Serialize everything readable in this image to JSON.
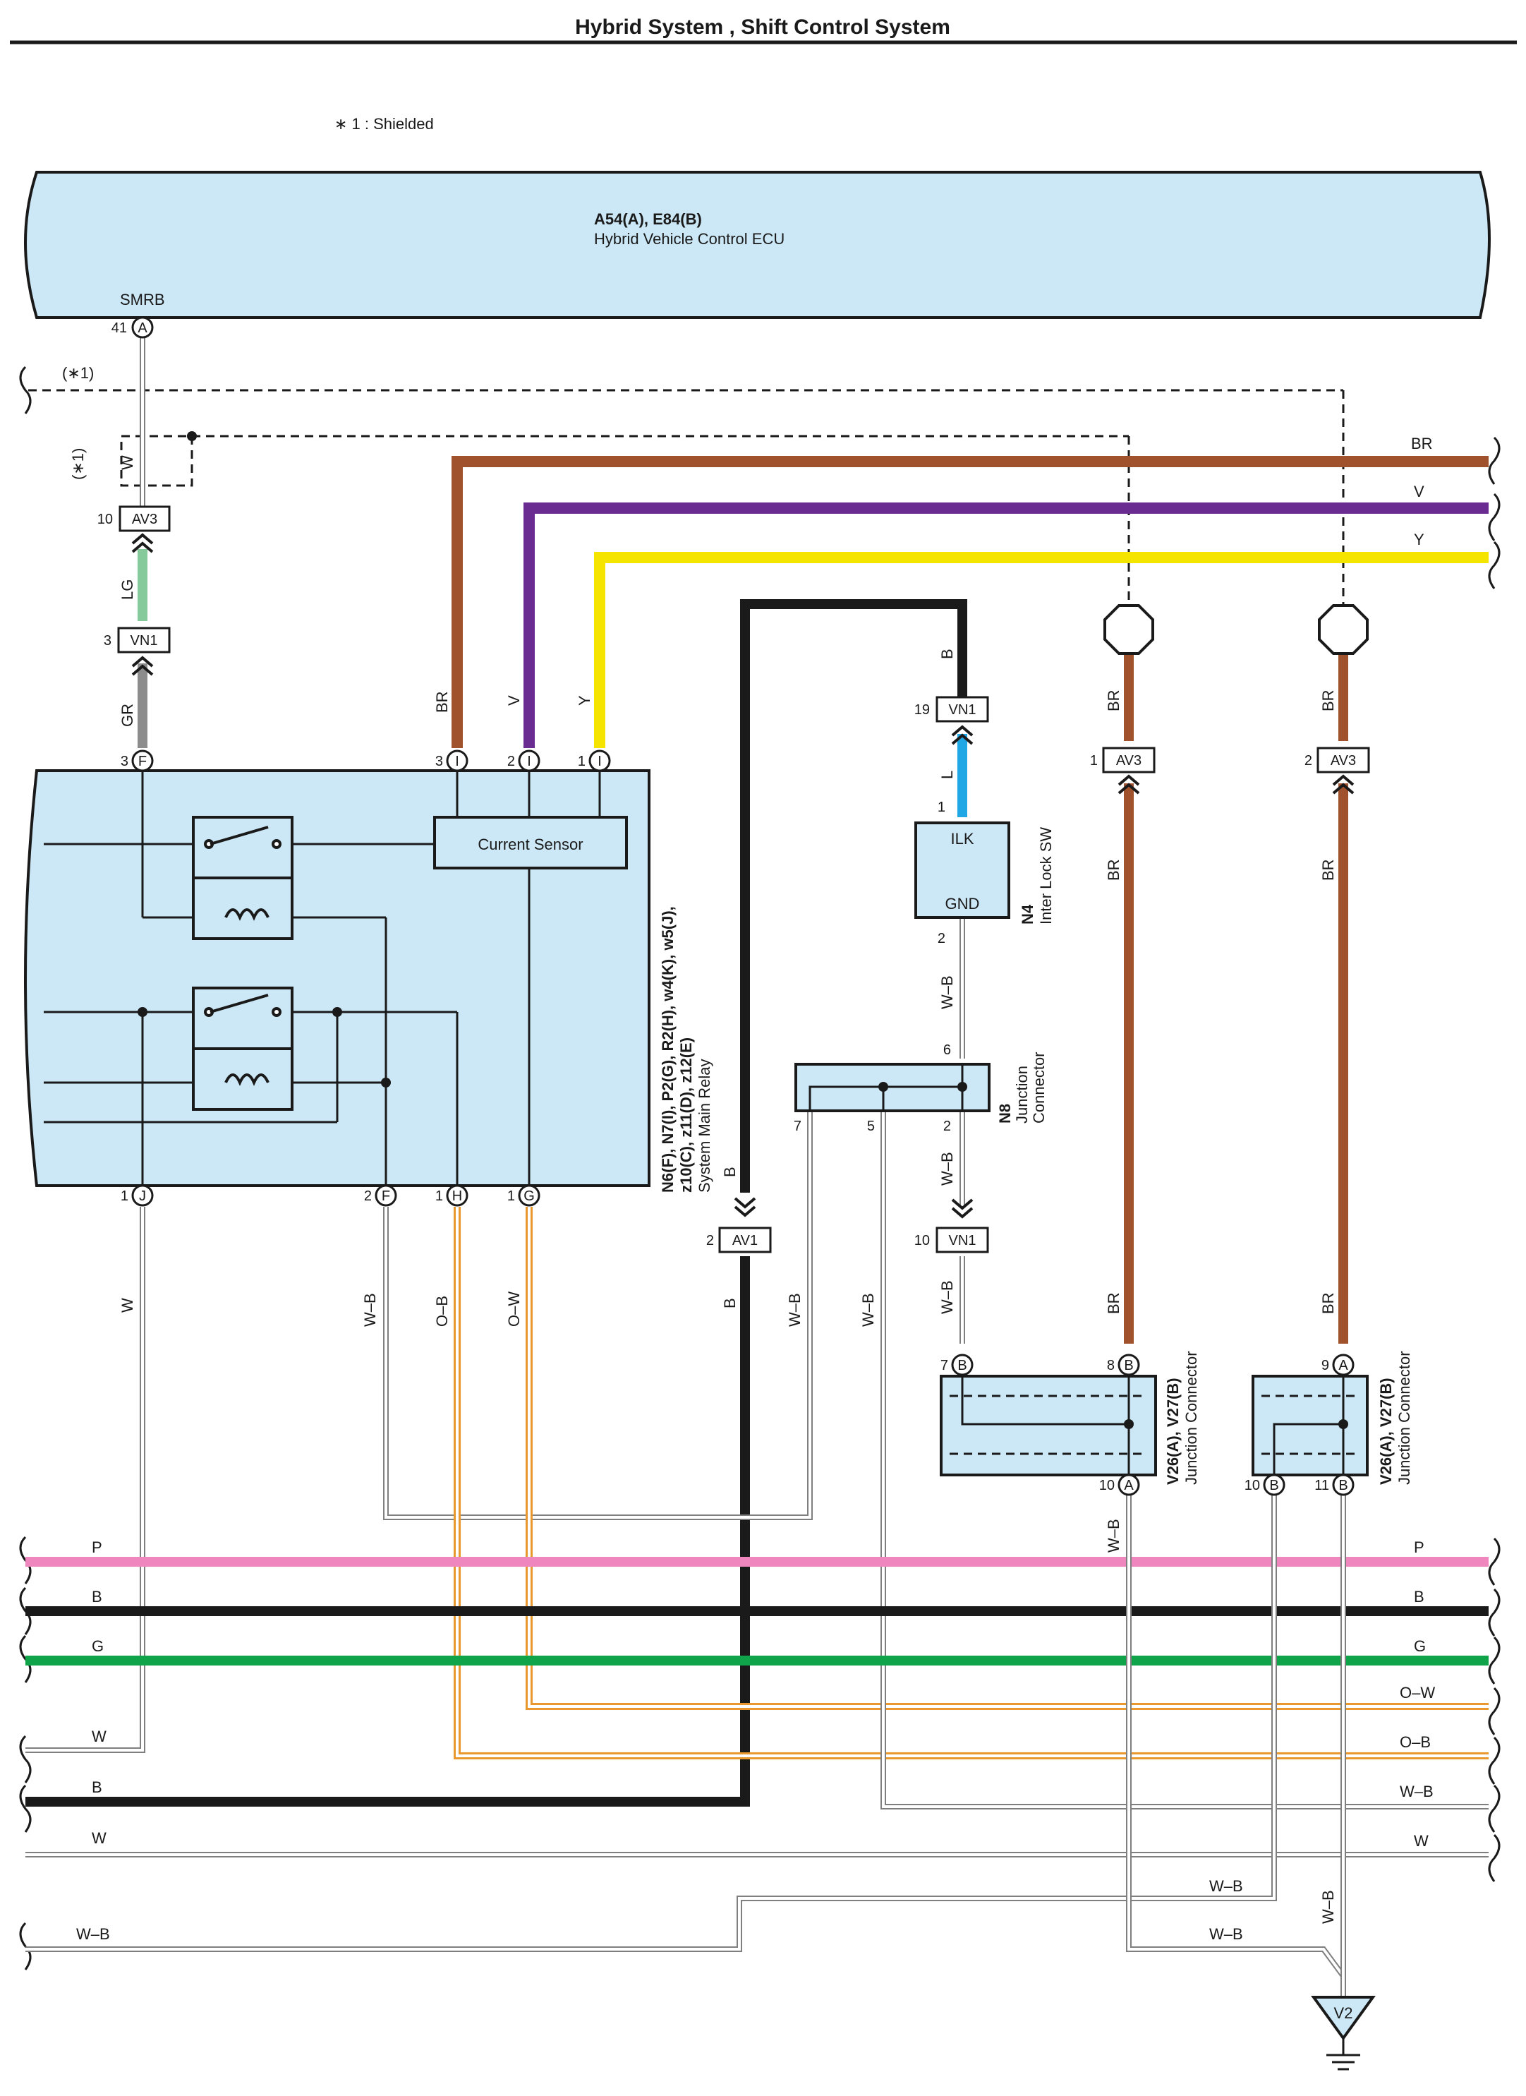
{
  "header": {
    "title": "Hybrid System , Shift Control System",
    "shielded_note": "∗ 1 : Shielded",
    "shield_tag": "(∗1)"
  },
  "ecu": {
    "code": "A54(A), E84(B)",
    "name": "Hybrid Vehicle Control ECU",
    "pin_label": "SMRB",
    "pin_num": "41",
    "pin_conn": "A"
  },
  "relay": {
    "code_line1": "N6(F), N7(I), P2(G), R2(H), w4(K), w5(J),",
    "code_line2": "z10(C), z11(D), z12(E)",
    "name": "System Main Relay",
    "current_sensor": "Current Sensor",
    "top_pins": [
      {
        "num": "3",
        "conn": "F"
      },
      {
        "num": "3",
        "conn": "I"
      },
      {
        "num": "2",
        "conn": "I"
      },
      {
        "num": "1",
        "conn": "I"
      }
    ],
    "bottom_pins": [
      {
        "num": "1",
        "conn": "J"
      },
      {
        "num": "2",
        "conn": "F"
      },
      {
        "num": "1",
        "conn": "H"
      },
      {
        "num": "1",
        "conn": "G"
      }
    ]
  },
  "interlock": {
    "code": "N4",
    "name": "Inter Lock SW",
    "pin_top": "ILK",
    "pin_bottom": "GND",
    "pin_top_num": "1",
    "pin_bottom_num": "2"
  },
  "junction_n8": {
    "code": "N8",
    "name_line1": "Junction",
    "name_line2": "Connector",
    "pins": {
      "top": "6",
      "bottom_right": "2",
      "bottom_left": "7",
      "bottom_mid": "5"
    }
  },
  "junction_v26_1": {
    "code": "V26(A), V27(B)",
    "name": "Junction Connector",
    "pins": [
      {
        "num": "7",
        "conn": "B"
      },
      {
        "num": "8",
        "conn": "B"
      },
      {
        "num": "10",
        "conn": "A"
      }
    ]
  },
  "junction_v26_2": {
    "code": "V26(A), V27(B)",
    "name": "Junction Connector",
    "pins": [
      {
        "num": "9",
        "conn": "A"
      },
      {
        "num": "10",
        "conn": "B"
      },
      {
        "num": "11",
        "conn": "B"
      }
    ]
  },
  "connectors": {
    "av3_10": {
      "num": "10",
      "name": "AV3"
    },
    "vn1_3": {
      "num": "3",
      "name": "VN1"
    },
    "vn1_19": {
      "num": "19",
      "name": "VN1"
    },
    "av3_1": {
      "num": "1",
      "name": "AV3"
    },
    "av3_2": {
      "num": "2",
      "name": "AV3"
    },
    "av1_2": {
      "num": "2",
      "name": "AV1"
    },
    "vn1_10": {
      "num": "10",
      "name": "VN1"
    }
  },
  "ground": {
    "name": "V2"
  },
  "wire_labels": {
    "w": "W",
    "lg": "LG",
    "gr": "GR",
    "br": "BR",
    "v": "V",
    "y": "Y",
    "b": "B",
    "l": "L",
    "wb": "W–B",
    "ob": "O–B",
    "ow": "O–W",
    "p": "P",
    "g": "G"
  },
  "colors": {
    "box_fill": "#cce8f6",
    "brown": "#a0522d",
    "violet": "#6a2c91",
    "yellow": "#f5e400",
    "black": "#1a1a1a",
    "pink": "#ef86bd",
    "green": "#10a44a",
    "orange": "#e8982f",
    "light_green": "#86c99a",
    "gray": "#8c8c8c",
    "blue": "#1ea7e4"
  }
}
